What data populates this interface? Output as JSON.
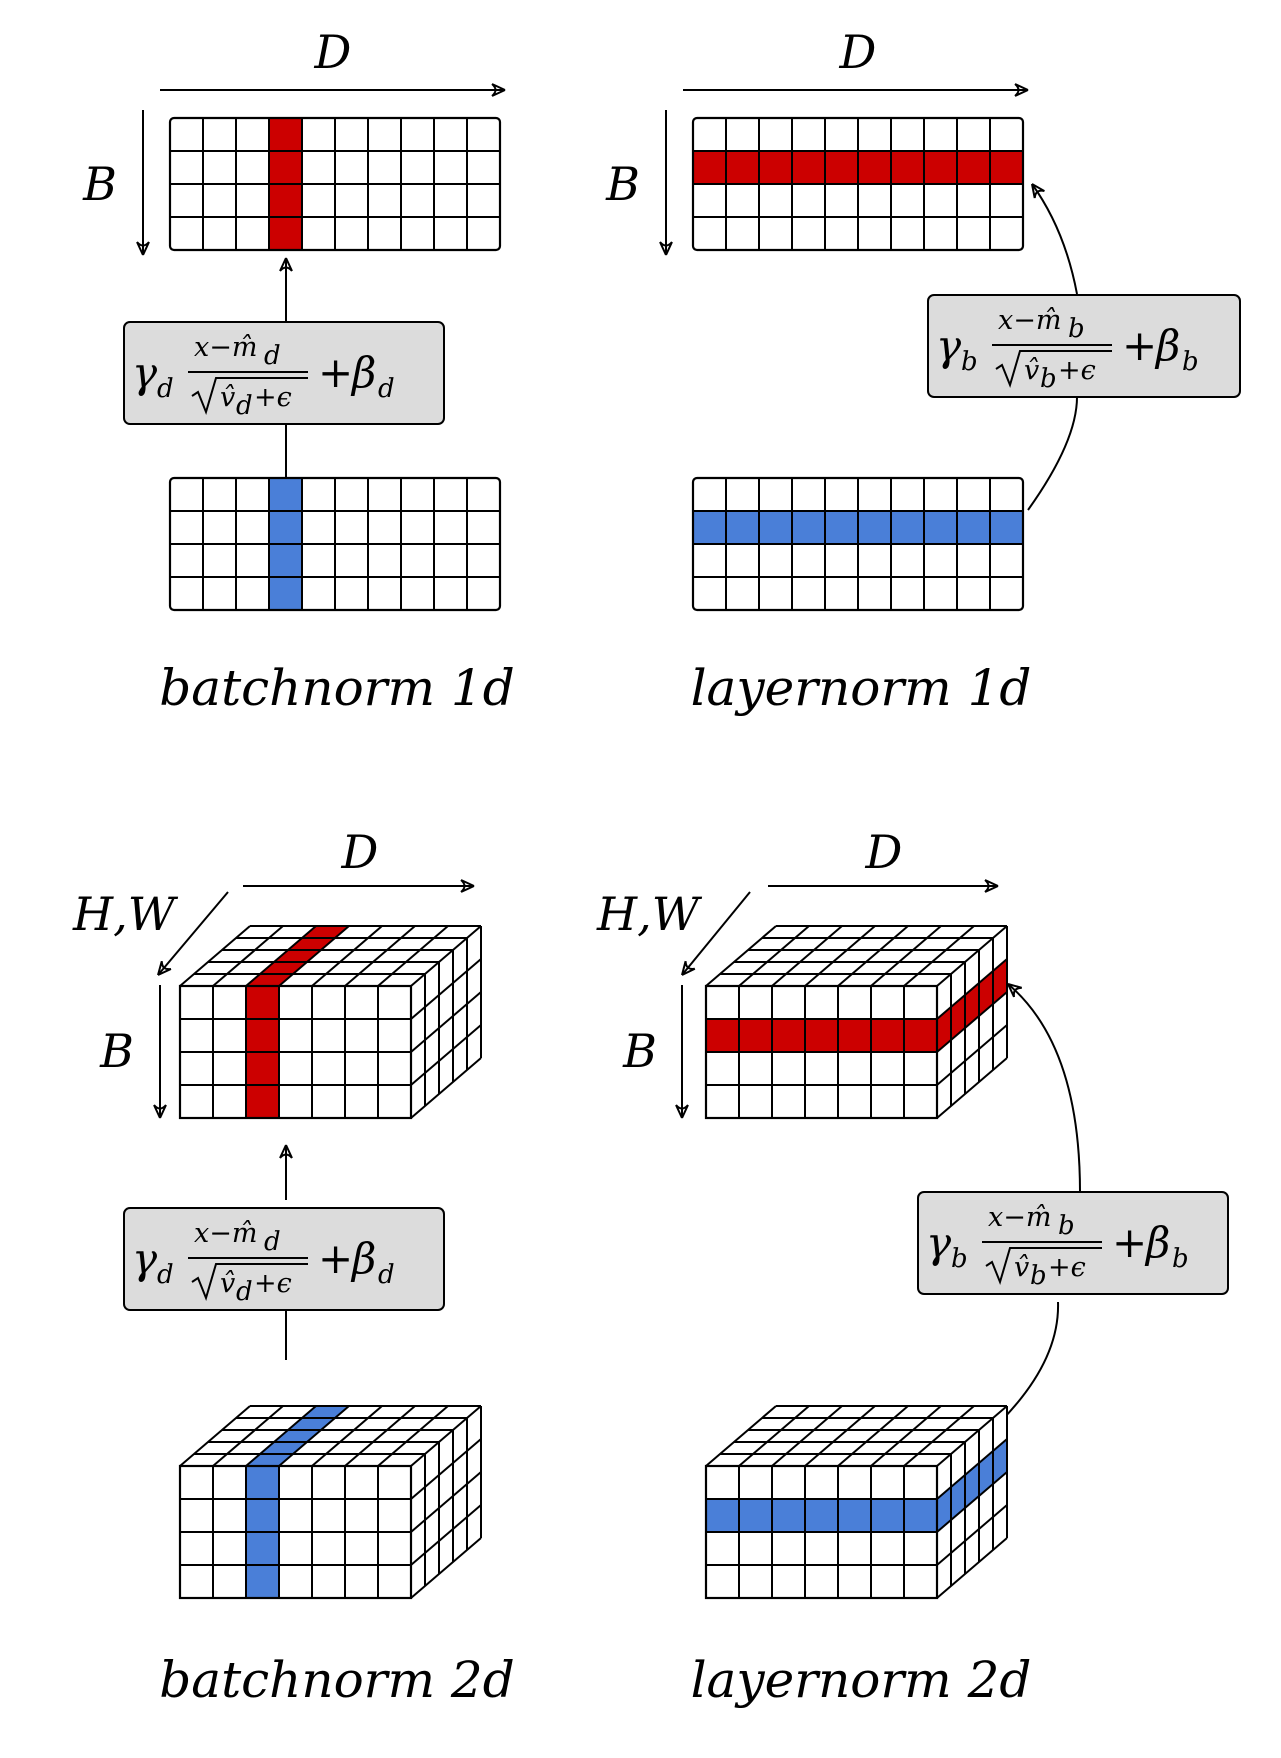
{
  "labels": {
    "d_axis": "D",
    "b_axis": "B",
    "hw_axis": "H,W"
  },
  "colors": {
    "output_highlight": "#cc0000",
    "input_highlight": "#4a7fd8",
    "formula_box": "#dcdcdc"
  },
  "panels": {
    "bn1d": {
      "caption": "batchnorm 1d",
      "sub": "d",
      "highlight": "column"
    },
    "ln1d": {
      "caption": "layernorm 1d",
      "sub": "b",
      "highlight": "row"
    },
    "bn2d": {
      "caption": "batchnorm 2d",
      "sub": "d",
      "highlight": "column"
    },
    "ln2d": {
      "caption": "layernorm 2d",
      "sub": "b",
      "highlight": "row"
    }
  },
  "formula": {
    "gamma": "γ",
    "beta": "β",
    "x_minus": "x−",
    "m_hat": "m̂",
    "v_hat": "v̂",
    "plus_eps": "+ϵ",
    "plus": "+"
  }
}
